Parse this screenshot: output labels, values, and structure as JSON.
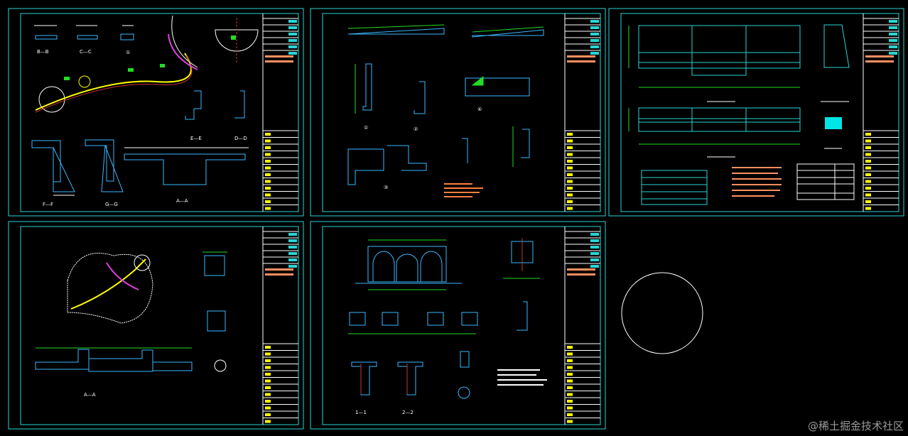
{
  "colors": {
    "background": "#000000",
    "frame": "#2ad4d4",
    "outline": "#ffffff",
    "dimension": "#22dd22",
    "structure": "#3ab8ff",
    "accent": "#e040e0",
    "note": "#ffb080",
    "rebar": "#ff3030"
  },
  "sheet1": {
    "labels": [
      "B—B",
      "C—C",
      "①",
      "E—E",
      "D—D",
      "F—F",
      "G—G",
      "A—A"
    ]
  },
  "sheet2": {
    "labels": [
      "①",
      "②",
      "③",
      "④"
    ]
  },
  "sheet4": {
    "labels": [
      "A—A"
    ]
  },
  "sheet5": {
    "labels": [
      "1—1",
      "2—2"
    ]
  },
  "watermark": "@稀土掘金技术社区"
}
